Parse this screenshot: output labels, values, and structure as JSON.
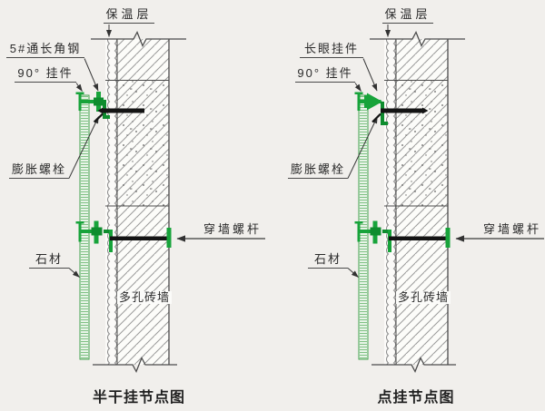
{
  "colors": {
    "background": "#f1efec",
    "line": "#4b4b4b",
    "hatch": "#9a9a9a",
    "hardware_green": "#17a33a",
    "hardware_green_dark": "#0e8c2e",
    "stone_fill": "#e8f4e8",
    "stone_border": "#44a24e",
    "bolt_black": "#141414",
    "text": "#2b2b2b"
  },
  "diagrams": [
    {
      "caption": "半干挂节点图",
      "labels": {
        "insulation": "保温层",
        "hanger_top": "5#通长角钢",
        "hanger_90": "90° 挂件",
        "expansion_bolt": "膨胀螺栓",
        "stone": "石材",
        "wall": "多孔砖墙",
        "through_wall_screw": "穿墙螺杆"
      }
    },
    {
      "caption": "点挂节点图",
      "labels": {
        "insulation": "保温层",
        "hanger_top": "长眼挂件",
        "hanger_90": "90° 挂件",
        "expansion_bolt": "膨胀螺栓",
        "stone": "石材",
        "wall": "多孔砖墙",
        "through_wall_screw": "穿墙螺杆"
      }
    }
  ]
}
